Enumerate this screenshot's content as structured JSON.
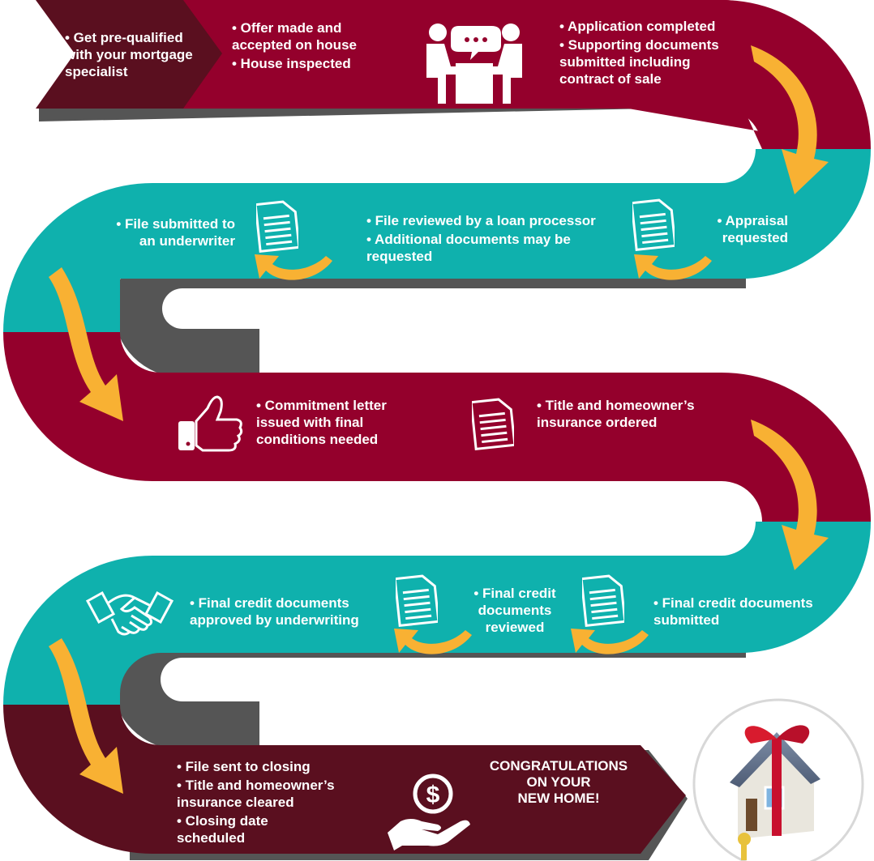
{
  "colors": {
    "maroon": "#94002c",
    "dark_maroon": "#5a0f1f",
    "teal": "#0fb1ad",
    "arrow": "#f8b133",
    "white": "#ffffff"
  },
  "steps": {
    "step1": [
      "• Get pre-qualified with your mortgage specialist"
    ],
    "step2": [
      "• Offer made and accepted on house",
      "• House inspected"
    ],
    "step3": [
      "• Application completed",
      "• Supporting documents submitted including contract of sale"
    ],
    "step4": [
      "• Appraisal requested"
    ],
    "step5": [
      "• File reviewed by a loan processor",
      "• Additional documents may be requested"
    ],
    "step6": [
      "• File submitted to an underwriter"
    ],
    "step7": [
      "• Commitment letter issued with final conditions needed"
    ],
    "step8": [
      "• Title and homeowner’s insurance ordered"
    ],
    "step9": [
      "• Final credit documents submitted"
    ],
    "step10": [
      "• Final credit documents reviewed"
    ],
    "step11": [
      "• Final credit documents approved by underwriting"
    ],
    "step12": [
      "• File sent to closing",
      "• Title and homeowner’s insurance cleared",
      "• Closing date scheduled"
    ]
  },
  "finale": {
    "line1": "CONGRATULATIONS",
    "line2": "ON YOUR",
    "line3": "NEW HOME!"
  },
  "icons": {
    "meeting": "meeting-people-icon",
    "document": "document-icon",
    "thumbs_up": "thumbs-up-icon",
    "handshake": "handshake-icon",
    "money_hand": "dollar-hand-icon",
    "gift_house": "gift-house-icon",
    "flow_arrow": "curved-arrow-icon"
  }
}
